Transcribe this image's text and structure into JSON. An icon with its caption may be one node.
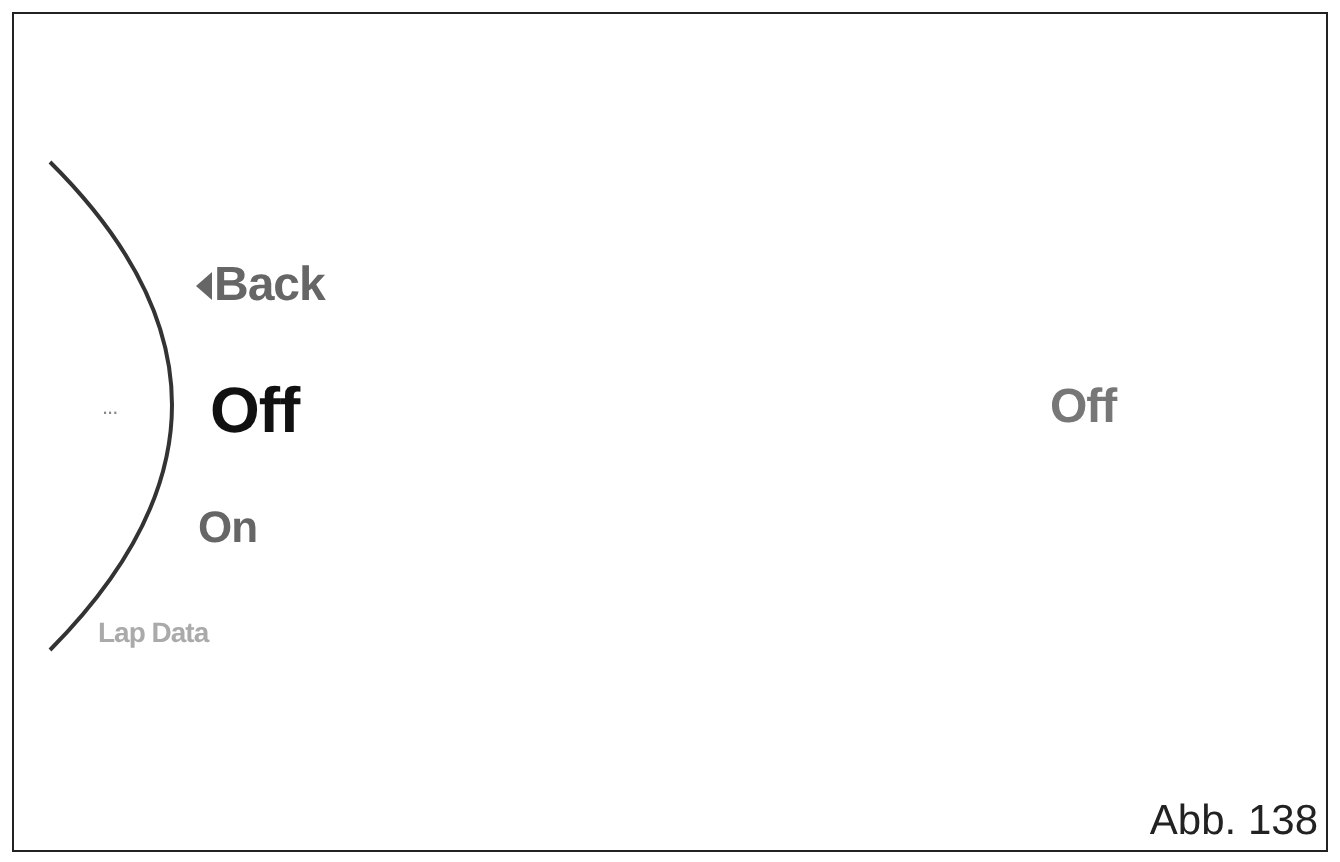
{
  "diagram": {
    "caption": "Abb. 138",
    "labels": [
      "Back",
      "...",
      "Off",
      "On",
      "Lap Data",
      "Off"
    ]
  }
}
